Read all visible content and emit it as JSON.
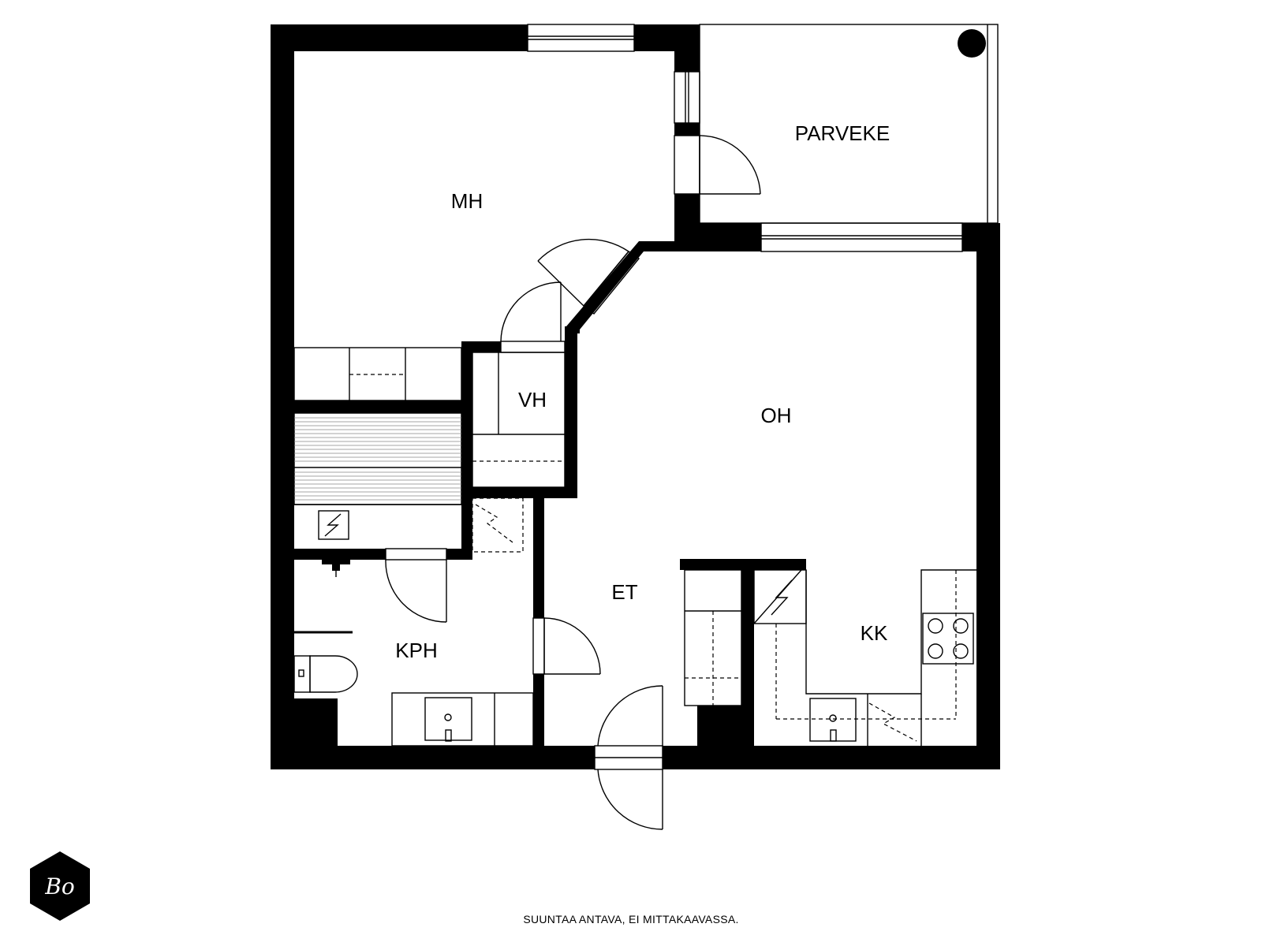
{
  "rooms": {
    "mh": "MH",
    "parveke": "PARVEKE",
    "vh": "VH",
    "oh": "OH",
    "et": "ET",
    "kph": "KPH",
    "kk": "KK"
  },
  "logo": {
    "text": "Bo"
  },
  "footer": {
    "note": "SUUNTAA ANTAVA, EI MITTAKAAVASSA."
  }
}
